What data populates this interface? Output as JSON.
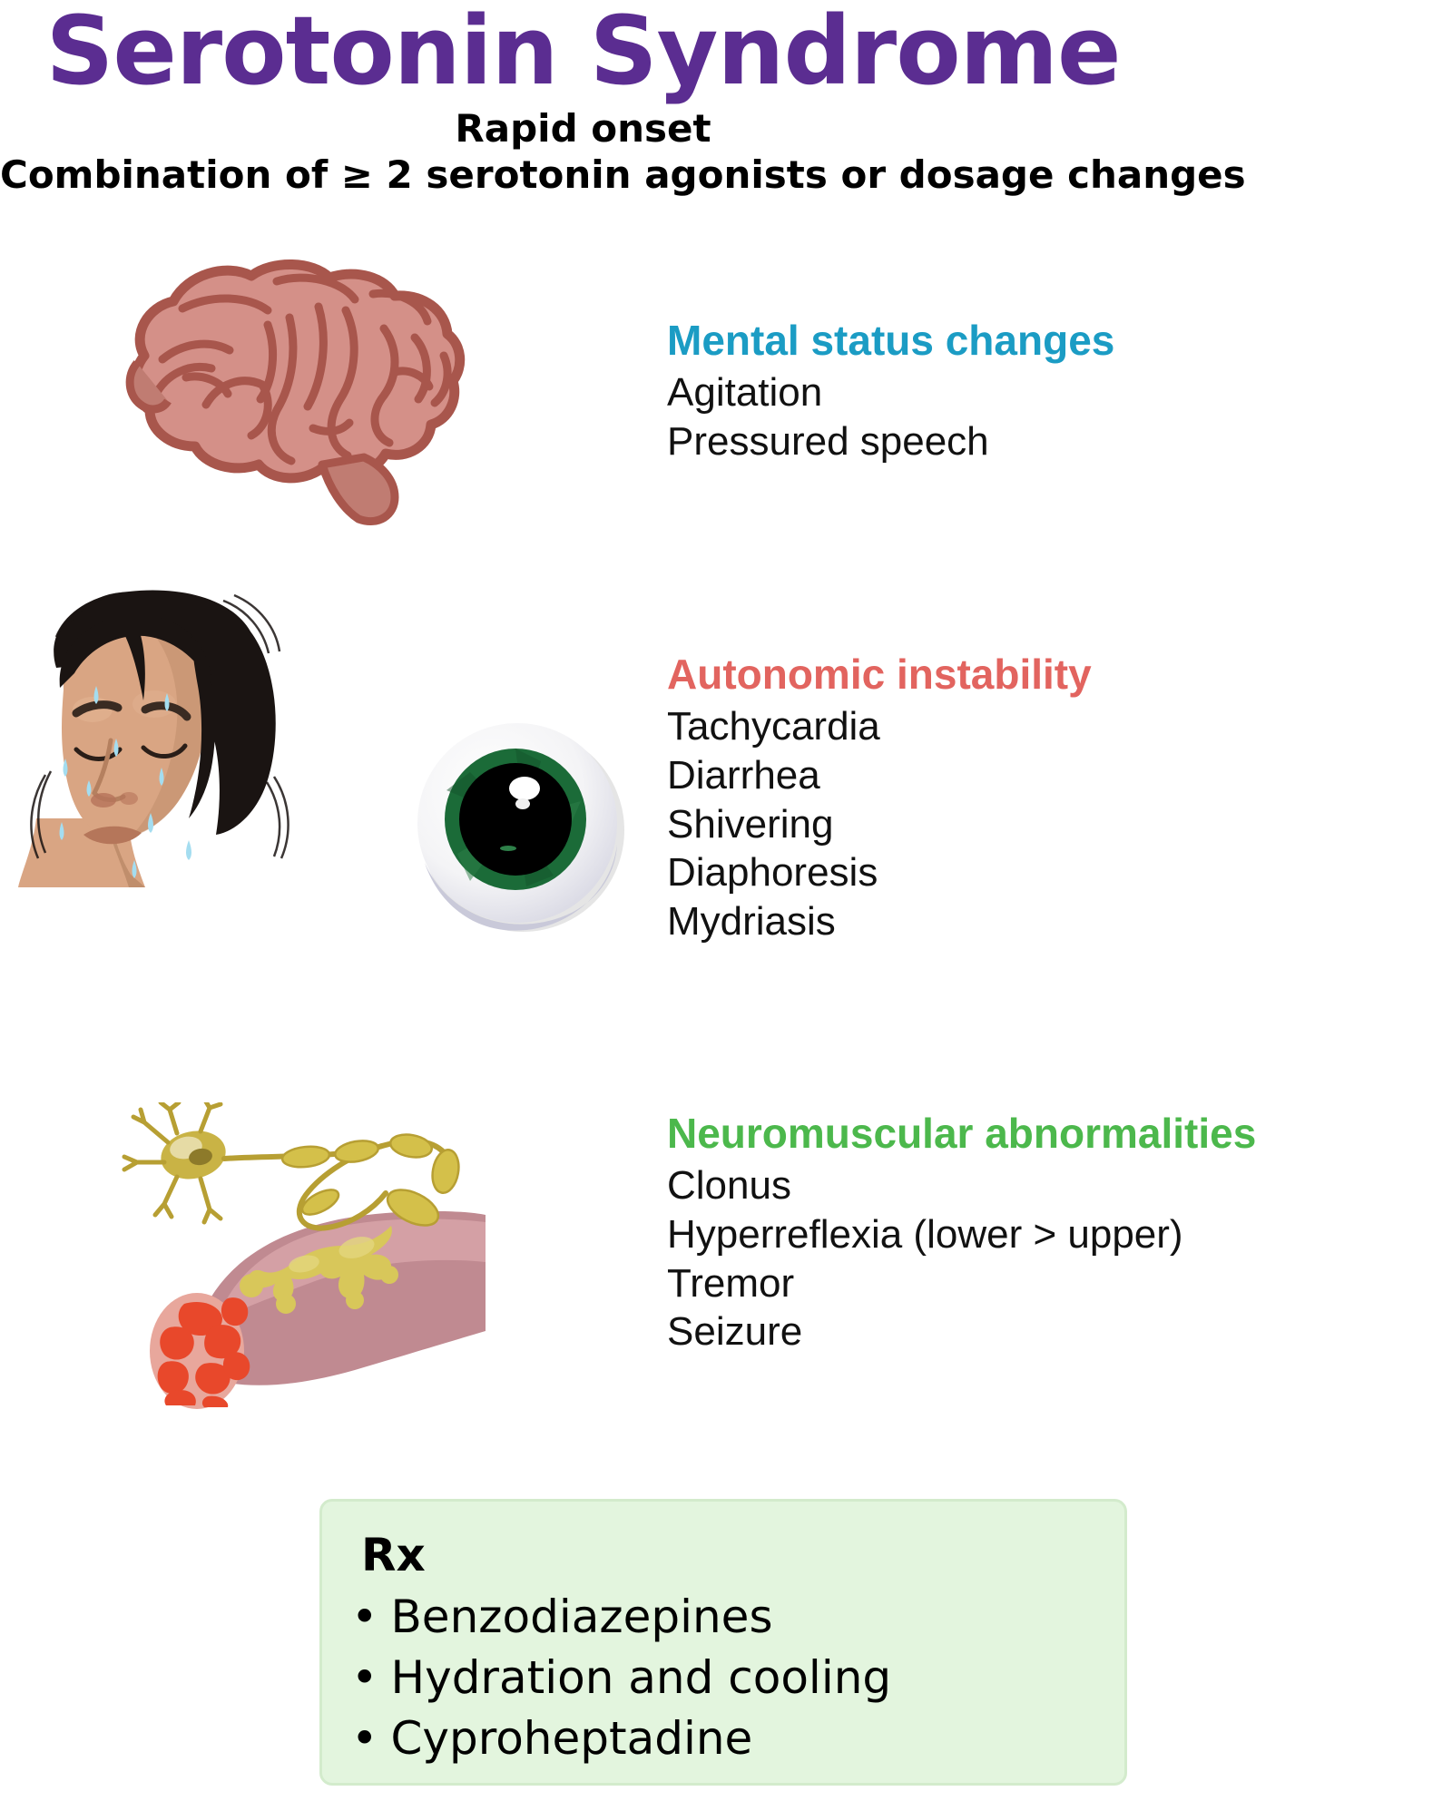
{
  "header": {
    "title": "Serotonin Syndrome",
    "subtitle_line_1": "Rapid onset",
    "subtitle_line_2": "Combination of ≥ 2 serotonin agonists or dosage changes",
    "title_color": "#5B2D91"
  },
  "sections": [
    {
      "id": "mental-status-changes",
      "heading": "Mental status changes",
      "heading_color": "#1B9CC4",
      "illustration": "brain-illustration",
      "items": [
        "Agitation",
        "Pressured speech"
      ]
    },
    {
      "id": "autonomic-instability",
      "heading": "Autonomic instability",
      "heading_color": "#E2645F",
      "illustration": "sweating-face-illustration",
      "secondary_illustration": "dilated-eye-illustration",
      "items": [
        "Tachycardia",
        "Diarrhea",
        "Shivering",
        "Diaphoresis",
        "Mydriasis"
      ]
    },
    {
      "id": "neuromuscular-abnormalities",
      "heading": "Neuromuscular abnormalities",
      "heading_color": "#4CB84C",
      "illustration": "muscle-neuron-illustration",
      "items": [
        "Clonus",
        "Hyperreflexia (lower > upper)",
        "Tremor",
        "Seizure"
      ]
    }
  ],
  "rx": {
    "title": "Rx",
    "bullet_glyph": "•",
    "background_color": "#E3F5DE",
    "border_color": "#D3EBCC",
    "items": [
      "Benzodiazepines",
      "Hydration and cooling",
      "Cyproheptadine"
    ]
  },
  "palette": {
    "brain_fill": "#D49088",
    "brain_outline": "#A8564C",
    "brain_stem": "#C07C72",
    "skin": "#D9A583",
    "skin_shadow": "#C08E6C",
    "hair": "#1A1412",
    "sweat": "#A4DDF0",
    "sclera": "#F4F4F6",
    "sclera_shadow": "#C9C9D9",
    "iris": "#1B6B38",
    "iris_dark": "#14542B",
    "pupil": "#000000",
    "muscle_sheath": "#C08A91",
    "muscle_sheath_light": "#D4A0A5",
    "fascicle": "#E8482B",
    "fascicle_bg": "#E8A79C",
    "neuron": "#D4C04A",
    "neuron_dark": "#A8912A"
  }
}
